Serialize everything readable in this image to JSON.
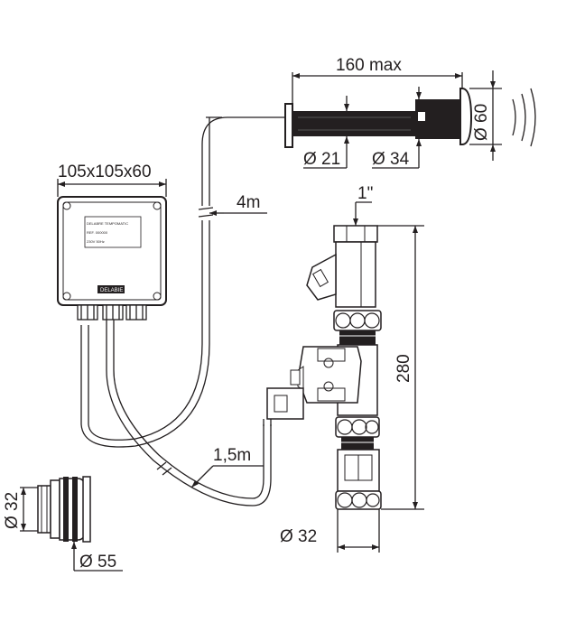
{
  "colors": {
    "line": "#231f20",
    "background": "#ffffff",
    "dark_fill": "#231f20"
  },
  "dimensions": {
    "sensor_length": "160 max",
    "sensor_diameter": "Ø 60",
    "tube_diameter_small": "Ø 21",
    "tube_diameter_large": "Ø 34",
    "box_size": "105x105x60",
    "cable_long": "4m",
    "inlet_thread": "1\"",
    "valve_height": "280",
    "cable_short": "1,5m",
    "outlet_diameter": "Ø 32",
    "connector_inner": "Ø 32",
    "connector_outer": "Ø 55"
  },
  "box_label": {
    "line1": "DELABRE  TEMPOMATIC",
    "line2": "REF. 000000",
    "line3": "230V 50Hz",
    "brand": "DELABIE"
  }
}
